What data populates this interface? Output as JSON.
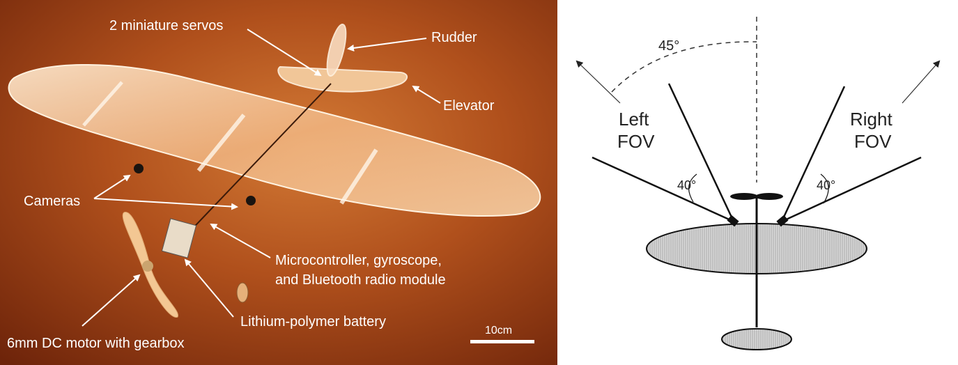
{
  "photo": {
    "labels": {
      "servos": "2 miniature servos",
      "rudder": "Rudder",
      "elevator": "Elevator",
      "cameras": "Cameras",
      "microcontroller_line1": "Microcontroller, gyroscope,",
      "microcontroller_line2": "and Bluetooth radio module",
      "battery": "Lithium-polymer battery",
      "motor": "6mm DC motor with gearbox",
      "scale": "10cm"
    }
  },
  "diagram": {
    "angle_top": "45°",
    "angle_left": "40°",
    "angle_right": "40°",
    "left_fov_line1": "Left",
    "left_fov_line2": "FOV",
    "right_fov_line1": "Right",
    "right_fov_line2": "FOV"
  },
  "colors": {
    "floor_dark": "#7a2a0c",
    "floor_mid": "#b8541d",
    "floor_light": "#d9823e",
    "wing_fill": "#f2c79a",
    "diagram_hatch": "#bdbdbd"
  }
}
